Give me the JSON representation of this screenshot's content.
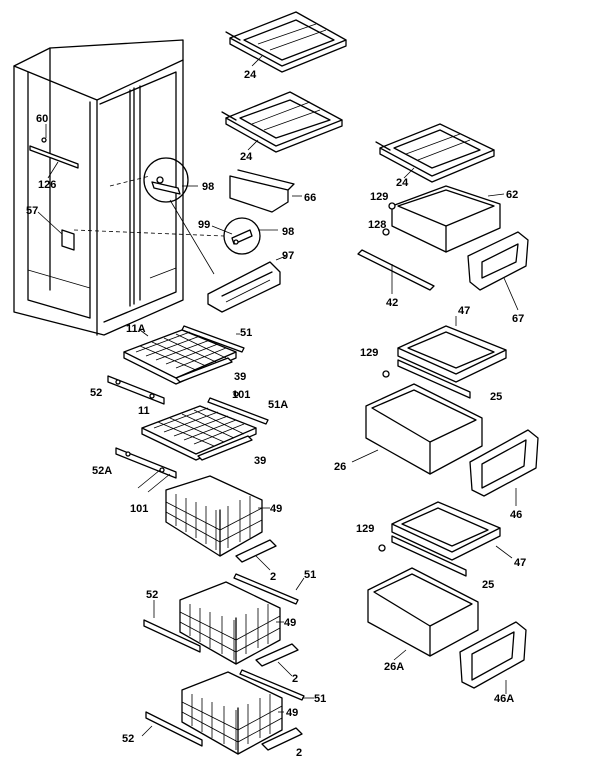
{
  "labels": {
    "p24a": "24",
    "p24b": "24",
    "p24c": "24",
    "p60": "60",
    "p126": "126",
    "p57": "57",
    "p98a": "98",
    "p98b": "98",
    "p99": "99",
    "p66": "66",
    "p97": "97",
    "p129a": "129",
    "p128": "128",
    "p62": "62",
    "p42": "42",
    "p67": "67",
    "p11A": "11A",
    "p51a": "51",
    "p39a": "39",
    "p52a": "52",
    "p11": "11",
    "p101a": "101",
    "p51A": "51A",
    "p39b": "39",
    "p52A": "52A",
    "p101b": "101",
    "p47a": "47",
    "p129b": "129",
    "p25a": "25",
    "p26": "26",
    "p46": "46",
    "p49a": "49",
    "p2a": "2",
    "p51b": "51",
    "p52b": "52",
    "p49b": "49",
    "p2b": "2",
    "p51c": "51",
    "p49c": "49",
    "p52c": "52",
    "p2c": "2",
    "p129c": "129",
    "p47b": "47",
    "p25b": "25",
    "p26A": "26A",
    "p46A": "46A"
  }
}
